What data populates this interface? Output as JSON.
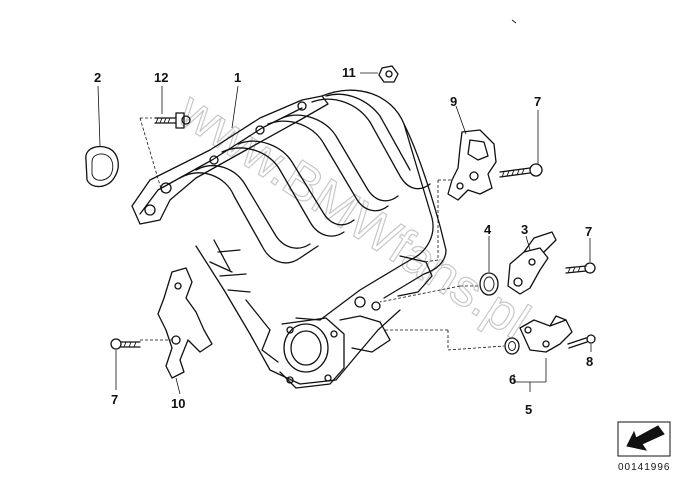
{
  "diagram": {
    "watermark": "www.BMWfans.pl",
    "catalog_number": "00141996",
    "callouts": [
      {
        "id": "c2",
        "text": "2"
      },
      {
        "id": "c12",
        "text": "12"
      },
      {
        "id": "c1",
        "text": "1"
      },
      {
        "id": "c11",
        "text": "11"
      },
      {
        "id": "c9",
        "text": "9"
      },
      {
        "id": "c7a",
        "text": "7"
      },
      {
        "id": "c4",
        "text": "4"
      },
      {
        "id": "c3",
        "text": "3"
      },
      {
        "id": "c7b",
        "text": "7"
      },
      {
        "id": "c8",
        "text": "8"
      },
      {
        "id": "c6",
        "text": "6"
      },
      {
        "id": "c5",
        "text": "5"
      },
      {
        "id": "c7c",
        "text": "7"
      },
      {
        "id": "c10",
        "text": "10"
      }
    ]
  }
}
